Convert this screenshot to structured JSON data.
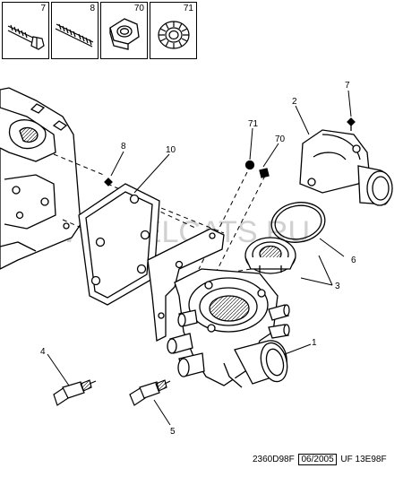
{
  "legend": {
    "items": [
      {
        "ref": "7",
        "icon": "bolt-icon"
      },
      {
        "ref": "8",
        "icon": "stud-icon"
      },
      {
        "ref": "70",
        "icon": "nut-icon"
      },
      {
        "ref": "71",
        "icon": "lock-washer-icon"
      }
    ]
  },
  "callouts": {
    "c1": "1",
    "c2": "2",
    "c3": "3",
    "c4": "4",
    "c5": "5",
    "c6": "6",
    "c7": "7",
    "c8": "8",
    "c10": "10",
    "c70": "70",
    "c71": "71"
  },
  "watermark": "WWW.ELCATS.RU",
  "footer": {
    "code": "2360D98F",
    "date": "06/2005",
    "ref": "UF 13E98F"
  }
}
